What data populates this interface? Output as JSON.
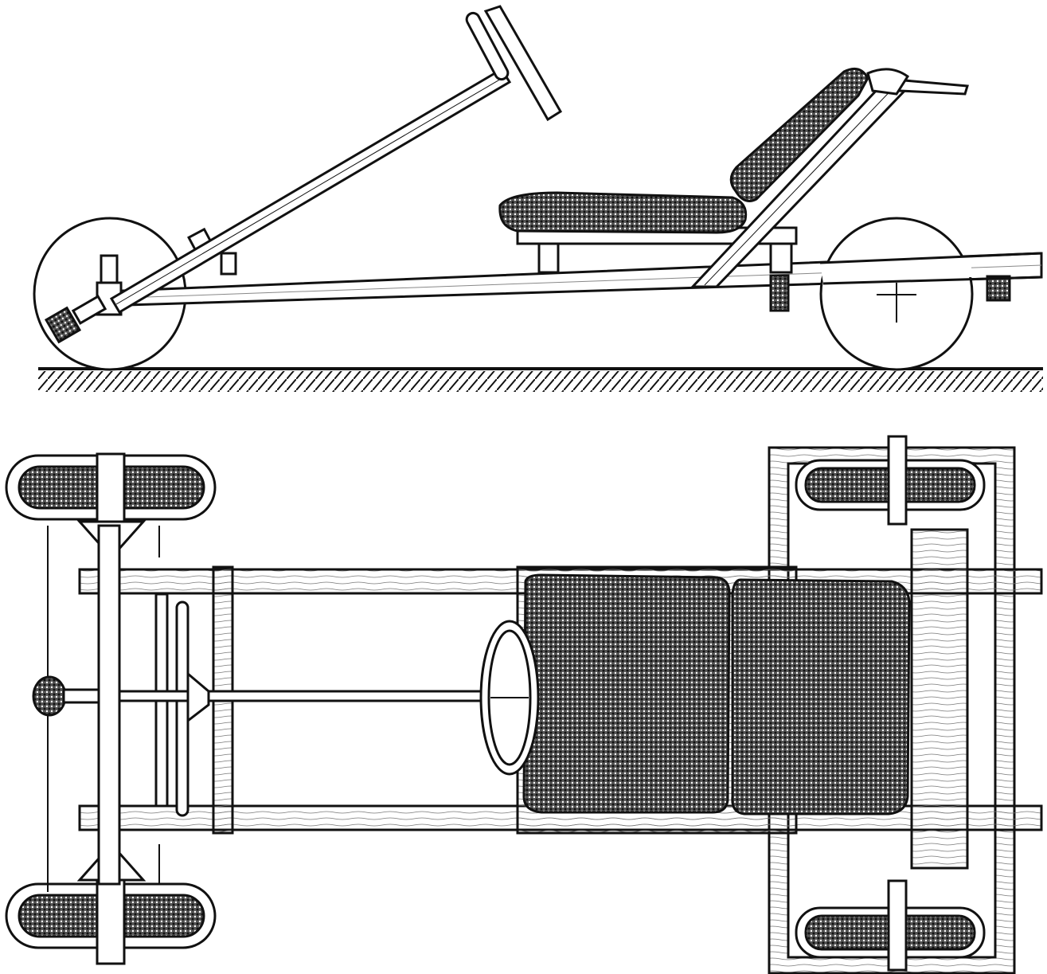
{
  "figure": {
    "views": [
      {
        "id": "side-view",
        "parts": [
          "front-wheel",
          "steering-column",
          "steering-wheel",
          "frame-beam",
          "seat-cushion",
          "seat-back",
          "rear-wheel",
          "ground"
        ]
      },
      {
        "id": "top-view",
        "parts": [
          "front-wheels",
          "front-axle",
          "steering-linkage",
          "frame-rails",
          "steering-wheel",
          "seat-cushion",
          "seat-back",
          "rear-axle-block",
          "rear-wheels"
        ]
      }
    ],
    "colors": {
      "ink": "#111111",
      "paper": "#ffffff",
      "hatch": "#222222"
    }
  }
}
